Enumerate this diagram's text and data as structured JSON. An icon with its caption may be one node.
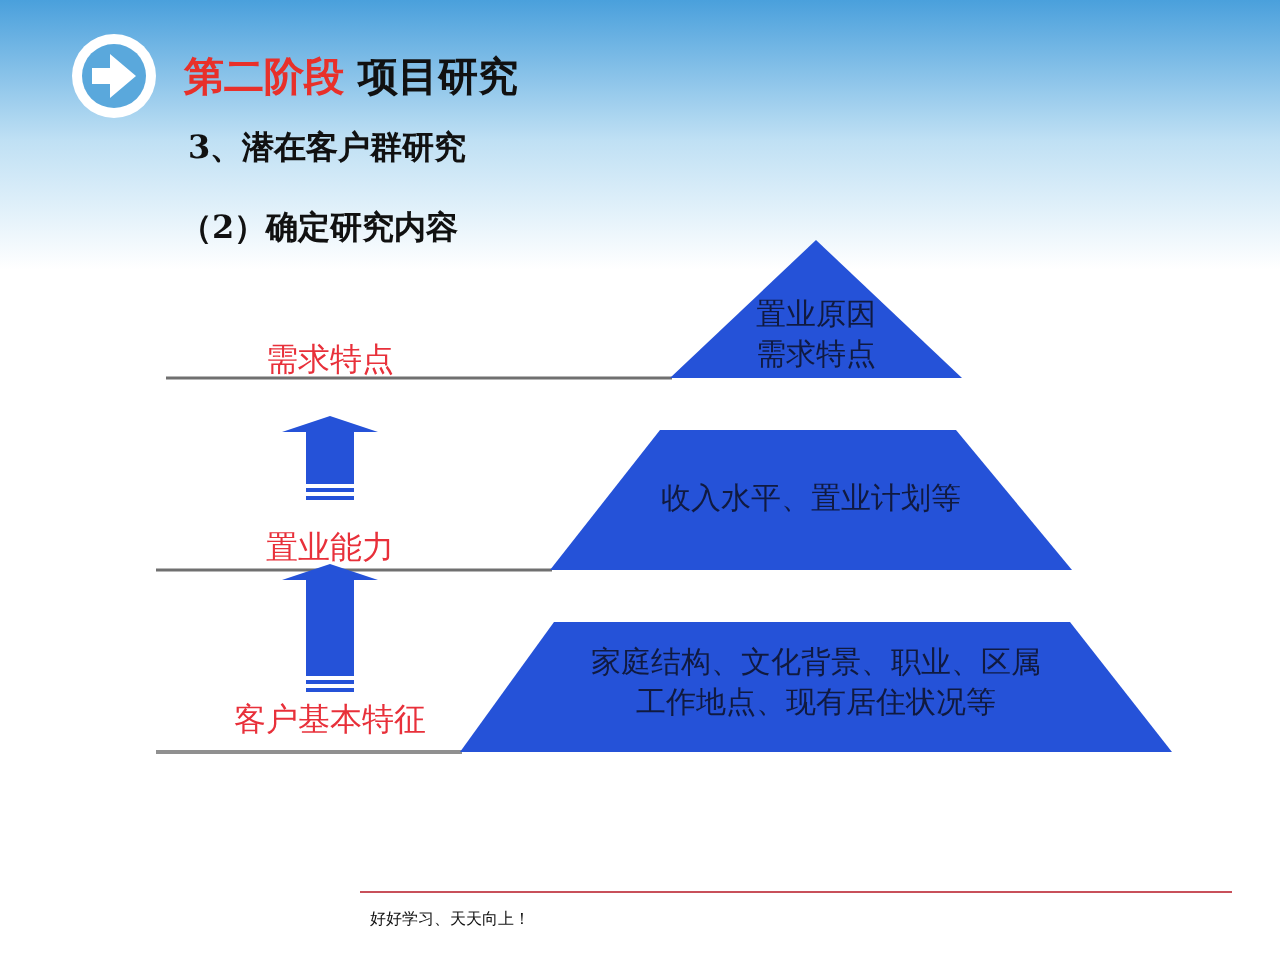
{
  "diagram": {
    "title": "第二阶段 项目研究",
    "nodes": [
      {
        "text": [
          "需求特点"
        ]
      },
      {
        "text": [
          "置业原因需求特点"
        ]
      },
      {
        "text": [
          "置业能力"
        ]
      },
      {
        "text": [
          "收入水平、置业计划等"
        ]
      },
      {
        "text": [
          "客户基本特征"
        ]
      },
      {
        "text": [
          "家庭结构、文化背景、职业、区属工作地点、现有居住状况等"
        ]
      }
    ],
    "edges": [
      {
        "from": 4,
        "to": 2,
        "arrow": "to"
      },
      {
        "from": 2,
        "to": 0,
        "arrow": "to"
      }
    ],
    "labels": [
      "3、潜在客户群研究",
      "（2）确定研究内容",
      "好好学习、天天向上！"
    ]
  }
}
